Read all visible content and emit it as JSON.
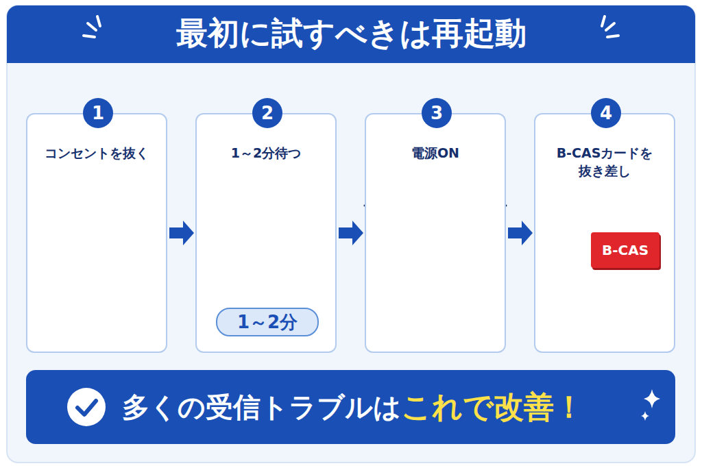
{
  "diagram": {
    "title": "最初に試すべきは再起動",
    "nodes": [
      {
        "text": [
          "コンセントを抜く"
        ]
      },
      {
        "text": [
          "1"
        ],
        "in": 0
      },
      {
        "text": [
          "1～2分待つ"
        ]
      },
      {
        "text": [
          "2"
        ],
        "in": 2
      },
      {
        "text": [
          "1～2分"
        ],
        "in": 2
      },
      {
        "text": [
          "電源ON"
        ]
      },
      {
        "text": [
          "3"
        ],
        "in": 5
      },
      {
        "text": [
          "B-CASカードを 抜き差し"
        ]
      },
      {
        "text": [
          "4"
        ],
        "in": 7
      },
      {
        "text": [
          "B-CAS"
        ],
        "in": 7
      },
      {
        "text": [
          "多くの受信トラブルは",
          "これで改善！"
        ]
      }
    ],
    "edges": [
      {
        "from": 0,
        "to": 2,
        "arrow": "to"
      },
      {
        "from": 2,
        "to": 5,
        "arrow": "to"
      },
      {
        "from": 5,
        "to": 7,
        "arrow": "to"
      }
    ]
  }
}
